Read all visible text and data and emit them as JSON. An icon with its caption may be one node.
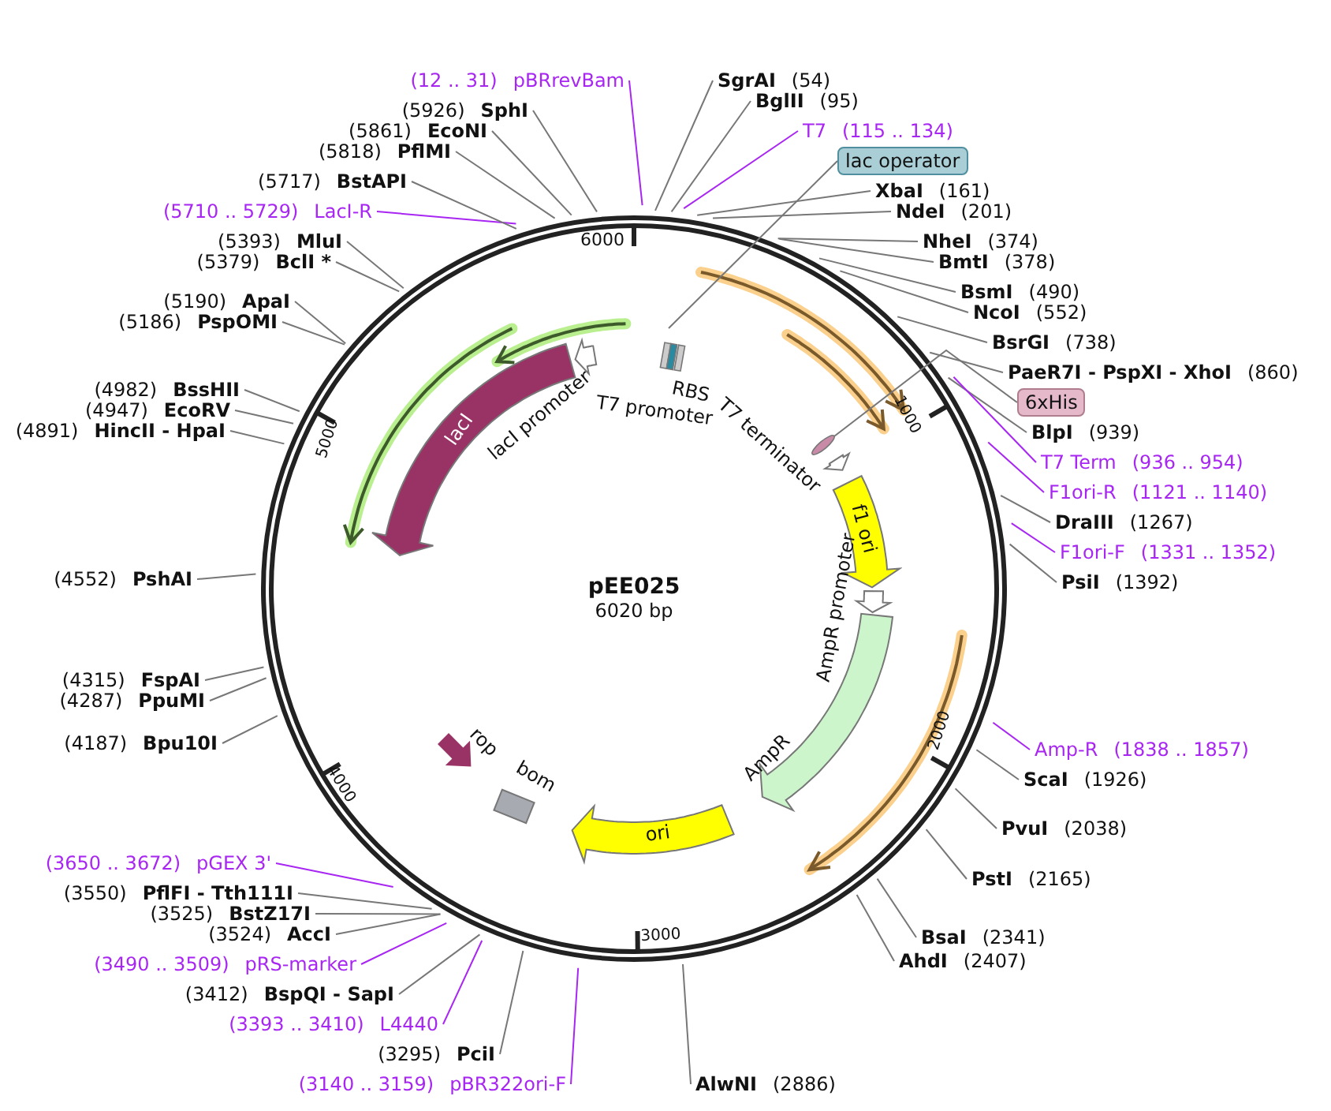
{
  "diagram": {
    "nodes": [
      {
        "text": [
          "SgrAI",
          "(54)"
        ]
      },
      {
        "text": [
          "BglII",
          "(95)"
        ]
      },
      {
        "text": [
          "T7",
          "(115 .. 134)"
        ]
      },
      {
        "text": [
          "lac operator"
        ]
      },
      {
        "text": [
          "XbaI",
          "(161)"
        ]
      },
      {
        "text": [
          "NdeI",
          "(201)"
        ]
      },
      {
        "text": [
          "NheI",
          "(374)"
        ]
      },
      {
        "text": [
          "BmtI",
          "(378)"
        ]
      },
      {
        "text": [
          "BsmI",
          "(490)"
        ]
      },
      {
        "text": [
          "NcoI",
          "(552)"
        ]
      },
      {
        "text": [
          "BsrGI",
          "(738)"
        ]
      },
      {
        "text": [
          "PaeR7I - PspXI - XhoI",
          "(860)"
        ]
      },
      {
        "text": [
          "6xHis"
        ]
      },
      {
        "text": [
          "BlpI",
          "(939)"
        ]
      },
      {
        "text": [
          "T7 Term",
          "(936 .. 954)"
        ]
      },
      {
        "text": [
          "F1ori-R",
          "(1121 .. 1140)"
        ]
      },
      {
        "text": [
          "DraIII",
          "(1267)"
        ]
      },
      {
        "text": [
          "F1ori-F",
          "(1331 .. 1352)"
        ]
      },
      {
        "text": [
          "PsiI",
          "(1392)"
        ]
      },
      {
        "text": [
          "Amp-R",
          "(1838 .. 1857)"
        ]
      },
      {
        "text": [
          "ScaI",
          "(1926)"
        ]
      },
      {
        "text": [
          "PvuI",
          "(2038)"
        ]
      },
      {
        "text": [
          "PstI",
          "(2165)"
        ]
      },
      {
        "text": [
          "BsaI",
          "(2341)"
        ]
      },
      {
        "text": [
          "AhdI",
          "(2407)"
        ]
      },
      {
        "text": [
          "AlwNI",
          "(2886)"
        ]
      },
      {
        "text": [
          "(3140 .. 3159)",
          "pBR322ori-F"
        ]
      },
      {
        "text": [
          "(3295)",
          "PciI"
        ]
      },
      {
        "text": [
          "(3393 .. 3410)",
          "L4440"
        ]
      },
      {
        "text": [
          "(3412)",
          "BspQI - SapI"
        ]
      },
      {
        "text": [
          "(3490 .. 3509)",
          "pRS-marker"
        ]
      },
      {
        "text": [
          "(3524)",
          "AccI"
        ]
      },
      {
        "text": [
          "(3525)",
          "BstZ17I"
        ]
      },
      {
        "text": [
          "(3550)",
          "PflFI - Tth111I"
        ]
      },
      {
        "text": [
          "(3650 .. 3672)",
          "pGEX 3'"
        ]
      },
      {
        "text": [
          "(4187)",
          "Bpu10I"
        ]
      },
      {
        "text": [
          "(4287)",
          "PpuMI"
        ]
      },
      {
        "text": [
          "(4315)",
          "FspAI"
        ]
      },
      {
        "text": [
          "(4552)",
          "PshAI"
        ]
      },
      {
        "text": [
          "(4891)",
          "HincII - HpaI"
        ]
      },
      {
        "text": [
          "(4947)",
          "EcoRV"
        ]
      },
      {
        "text": [
          "(4982)",
          "BssHII"
        ]
      },
      {
        "text": [
          "(5186)",
          "PspOMI"
        ]
      },
      {
        "text": [
          "(5190)",
          "ApaI"
        ]
      },
      {
        "text": [
          "(5379)",
          "BclI *"
        ]
      },
      {
        "text": [
          "(5393)",
          "MluI"
        ]
      },
      {
        "text": [
          "(5710 .. 5729)",
          "LacI-R"
        ]
      },
      {
        "text": [
          "(5717)",
          "BstAPI"
        ]
      },
      {
        "text": [
          "(5818)",
          "PflMI"
        ]
      },
      {
        "text": [
          "(5861)",
          "EcoNI"
        ]
      },
      {
        "text": [
          "(5926)",
          "SphI"
        ]
      },
      {
        "text": [
          "(12 .. 31)",
          "pBRrevBam"
        ]
      },
      {
        "text": [
          "lacI"
        ]
      },
      {
        "text": [
          "f1 ori"
        ]
      },
      {
        "text": [
          "ori"
        ]
      },
      {
        "text": [],
        "shape": "arrow",
        "beside": [
          "AmpR"
        ]
      },
      {
        "text": [],
        "shape": "arrow",
        "beside": [
          "rop"
        ]
      },
      {
        "text": [],
        "shape": "box",
        "beside": [
          "bom"
        ]
      },
      {
        "text": [],
        "shape": "ellipse"
      }
    ],
    "edges": [
      {
        "from": 0,
        "to": null,
        "arrow": "none"
      },
      {
        "from": 1,
        "to": null,
        "arrow": "none"
      },
      {
        "from": 2,
        "to": null,
        "arrow": "none",
        "color": "#a826f2"
      },
      {
        "from": 3,
        "to": null,
        "arrow": "none"
      },
      {
        "from": 4,
        "to": null,
        "arrow": "none"
      },
      {
        "from": 5,
        "to": null,
        "arrow": "none"
      },
      {
        "from": 6,
        "to": null,
        "arrow": "none"
      },
      {
        "from": 7,
        "to": null,
        "arrow": "none"
      },
      {
        "from": 8,
        "to": null,
        "arrow": "none"
      },
      {
        "from": 9,
        "to": null,
        "arrow": "none"
      },
      {
        "from": 10,
        "to": null,
        "arrow": "none"
      },
      {
        "from": 11,
        "to": null,
        "arrow": "none"
      },
      {
        "from": 12,
        "to": 58,
        "arrow": "none"
      },
      {
        "from": 13,
        "to": null,
        "arrow": "none"
      },
      {
        "from": 14,
        "to": null,
        "arrow": "none",
        "color": "#a826f2"
      },
      {
        "from": 15,
        "to": null,
        "arrow": "none",
        "color": "#a826f2"
      },
      {
        "from": 16,
        "to": null,
        "arrow": "none"
      },
      {
        "from": 17,
        "to": null,
        "arrow": "none",
        "color": "#a826f2"
      },
      {
        "from": 18,
        "to": null,
        "arrow": "none"
      },
      {
        "from": 19,
        "to": null,
        "arrow": "none",
        "color": "#a826f2"
      },
      {
        "from": 20,
        "to": null,
        "arrow": "none"
      },
      {
        "from": 21,
        "to": null,
        "arrow": "none"
      },
      {
        "from": 22,
        "to": null,
        "arrow": "none"
      },
      {
        "from": 23,
        "to": null,
        "arrow": "none"
      },
      {
        "from": 24,
        "to": null,
        "arrow": "none"
      },
      {
        "from": 25,
        "to": null,
        "arrow": "none"
      },
      {
        "from": 26,
        "to": null,
        "arrow": "none",
        "color": "#a826f2"
      },
      {
        "from": 27,
        "to": null,
        "arrow": "none"
      },
      {
        "from": 28,
        "to": null,
        "arrow": "none",
        "color": "#a826f2"
      },
      {
        "from": 29,
        "to": null,
        "arrow": "none"
      },
      {
        "from": 30,
        "to": null,
        "arrow": "none",
        "color": "#a826f2"
      },
      {
        "from": 31,
        "to": null,
        "arrow": "none"
      },
      {
        "from": 32,
        "to": null,
        "arrow": "none"
      },
      {
        "from": 33,
        "to": null,
        "arrow": "none"
      },
      {
        "from": 34,
        "to": null,
        "arrow": "none",
        "color": "#a826f2"
      },
      {
        "from": 35,
        "to": null,
        "arrow": "none"
      },
      {
        "from": 36,
        "to": null,
        "arrow": "none"
      },
      {
        "from": 37,
        "to": null,
        "arrow": "none"
      },
      {
        "from": 38,
        "to": null,
        "arrow": "none"
      },
      {
        "from": 39,
        "to": null,
        "arrow": "none"
      },
      {
        "from": 40,
        "to": null,
        "arrow": "none"
      },
      {
        "from": 41,
        "to": null,
        "arrow": "none"
      },
      {
        "from": 42,
        "to": null,
        "arrow": "none"
      },
      {
        "from": 43,
        "to": null,
        "arrow": "none"
      },
      {
        "from": 44,
        "to": null,
        "arrow": "none"
      },
      {
        "from": 45,
        "to": null,
        "arrow": "none"
      },
      {
        "from": 46,
        "to": null,
        "arrow": "none",
        "color": "#a826f2"
      },
      {
        "from": 47,
        "to": null,
        "arrow": "none"
      },
      {
        "from": 48,
        "to": null,
        "arrow": "none"
      },
      {
        "from": 49,
        "to": null,
        "arrow": "none"
      },
      {
        "from": 50,
        "to": null,
        "arrow": "none"
      },
      {
        "from": 51,
        "to": null,
        "arrow": "none",
        "color": "#a826f2"
      }
    ],
    "labels": [
      "pEE025",
      "6020 bp",
      "6000",
      "1000",
      "2000",
      "3000",
      "4000",
      "5000",
      "lacI promoter",
      "T7 promoter",
      "RBS",
      "T7 terminator",
      "AmpR promoter"
    ]
  }
}
